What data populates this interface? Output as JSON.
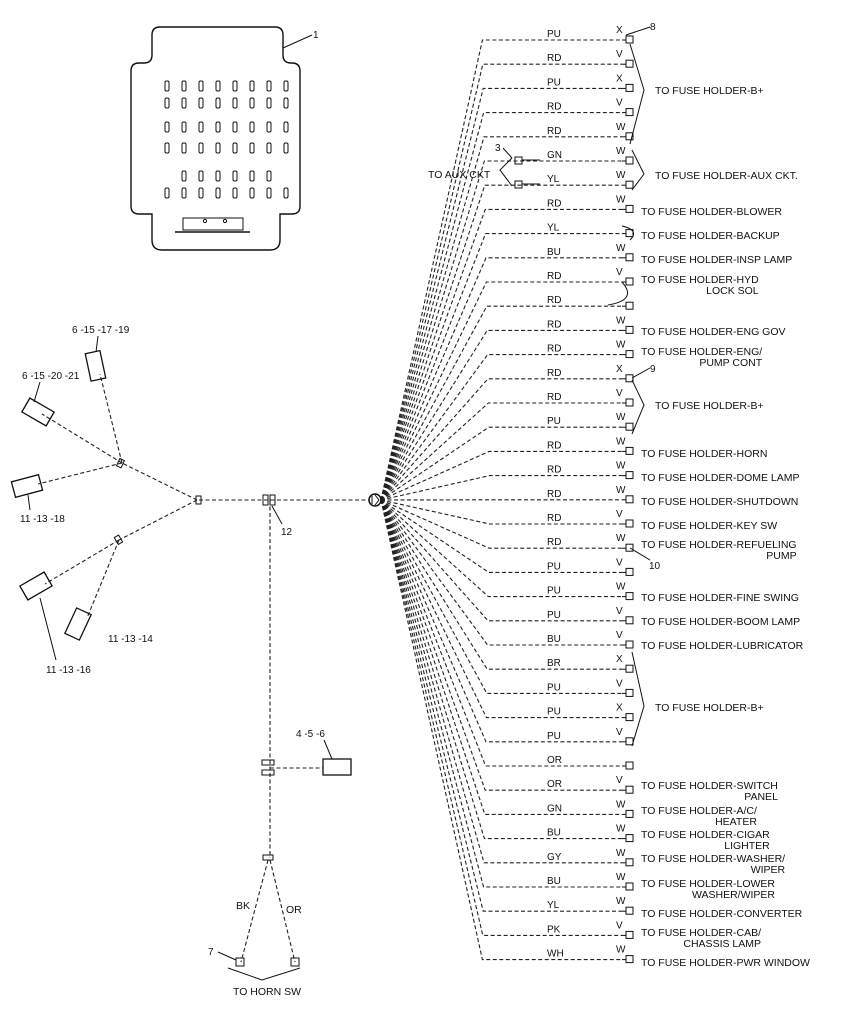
{
  "callouts": {
    "c1": "1",
    "c3": "3",
    "c7": "7",
    "c8": "8",
    "c9": "9",
    "c10": "10",
    "c12": "12",
    "c_6_15_17_19": "6 -15 -17 -19",
    "c_6_15_20_21": "6 -15 -20 -21",
    "c_11_13_18": "11 -13 -18",
    "c_11_13_14": "11 -13 -14",
    "c_11_13_16": "11 -13 -16",
    "c_4_5_6": "4 -5 -6"
  },
  "aux": {
    "label": "TO AUX CKT"
  },
  "horn": {
    "label": "TO HORN SW",
    "bk": "BK",
    "or": "OR"
  },
  "circuits": [
    {
      "color": "PU",
      "term": "X"
    },
    {
      "color": "RD",
      "term": "V"
    },
    {
      "color": "PU",
      "term": "X"
    },
    {
      "color": "RD",
      "term": "V"
    },
    {
      "color": "RD",
      "term": "W"
    },
    {
      "color": "GN",
      "term": "W"
    },
    {
      "color": "YL",
      "term": "W"
    },
    {
      "color": "RD",
      "term": "W"
    },
    {
      "color": "YL",
      "term": ""
    },
    {
      "color": "BU",
      "term": "W"
    },
    {
      "color": "RD",
      "term": "V"
    },
    {
      "color": "RD",
      "term": ""
    },
    {
      "color": "RD",
      "term": "W"
    },
    {
      "color": "RD",
      "term": "W"
    },
    {
      "color": "RD",
      "term": "X"
    },
    {
      "color": "RD",
      "term": "V"
    },
    {
      "color": "PU",
      "term": "W"
    },
    {
      "color": "RD",
      "term": "W"
    },
    {
      "color": "RD",
      "term": "W"
    },
    {
      "color": "RD",
      "term": "W"
    },
    {
      "color": "RD",
      "term": "V"
    },
    {
      "color": "RD",
      "term": "W"
    },
    {
      "color": "PU",
      "term": "V"
    },
    {
      "color": "PU",
      "term": "W"
    },
    {
      "color": "PU",
      "term": "V"
    },
    {
      "color": "BU",
      "term": "V"
    },
    {
      "color": "BR",
      "term": "X"
    },
    {
      "color": "PU",
      "term": "V"
    },
    {
      "color": "PU",
      "term": "X"
    },
    {
      "color": "PU",
      "term": "V"
    },
    {
      "color": "OR",
      "term": ""
    },
    {
      "color": "OR",
      "term": "V"
    },
    {
      "color": "GN",
      "term": "W"
    },
    {
      "color": "BU",
      "term": "W"
    },
    {
      "color": "GY",
      "term": "W"
    },
    {
      "color": "BU",
      "term": "W"
    },
    {
      "color": "YL",
      "term": "W"
    },
    {
      "color": "PK",
      "term": "V"
    },
    {
      "color": "WH",
      "term": "W"
    }
  ],
  "destinations": [
    {
      "l1": "TO FUSE HOLDER-B+",
      "l2": ""
    },
    {
      "l1": "TO FUSE HOLDER-AUX CKT.",
      "l2": ""
    },
    {
      "l1": "TO FUSE HOLDER-BLOWER",
      "l2": ""
    },
    {
      "l1": "TO FUSE HOLDER-BACKUP",
      "l2": ""
    },
    {
      "l1": "TO FUSE HOLDER-INSP LAMP",
      "l2": ""
    },
    {
      "l1": "TO FUSE HOLDER-HYD",
      "l2": "LOCK SOL"
    },
    {
      "l1": "TO FUSE HOLDER-ENG GOV",
      "l2": ""
    },
    {
      "l1": "TO FUSE HOLDER-ENG/",
      "l2": "PUMP CONT"
    },
    {
      "l1": "TO FUSE HOLDER-B+",
      "l2": ""
    },
    {
      "l1": "TO FUSE HOLDER-HORN",
      "l2": ""
    },
    {
      "l1": "TO FUSE HOLDER-DOME LAMP",
      "l2": ""
    },
    {
      "l1": "TO FUSE HOLDER-SHUTDOWN",
      "l2": ""
    },
    {
      "l1": "TO FUSE HOLDER-KEY SW",
      "l2": ""
    },
    {
      "l1": "TO FUSE HOLDER-REFUELING",
      "l2": "PUMP"
    },
    {
      "l1": "TO FUSE HOLDER-FINE SWING",
      "l2": ""
    },
    {
      "l1": "TO FUSE HOLDER-BOOM LAMP",
      "l2": ""
    },
    {
      "l1": "TO FUSE HOLDER-LUBRICATOR",
      "l2": ""
    },
    {
      "l1": "TO FUSE HOLDER-B+",
      "l2": ""
    },
    {
      "l1": "TO FUSE HOLDER-SWITCH",
      "l2": "PANEL"
    },
    {
      "l1": "TO FUSE HOLDER-A/C/",
      "l2": "HEATER"
    },
    {
      "l1": "TO FUSE HOLDER-CIGAR",
      "l2": "LIGHTER"
    },
    {
      "l1": "TO FUSE HOLDER-WASHER/",
      "l2": "WIPER"
    },
    {
      "l1": "TO FUSE HOLDER-LOWER",
      "l2": "WASHER/WIPER"
    },
    {
      "l1": "TO FUSE HOLDER-CONVERTER",
      "l2": ""
    },
    {
      "l1": "TO FUSE HOLDER-CAB/",
      "l2": "CHASSIS LAMP"
    },
    {
      "l1": "TO FUSE HOLDER-PWR WINDOW",
      "l2": ""
    }
  ]
}
